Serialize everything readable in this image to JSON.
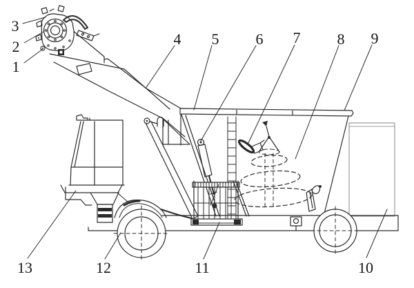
{
  "colors": {
    "background": "#ffffff",
    "line": "#2a2a2a",
    "light-line": "#9a9a9a",
    "label-text": "#141414"
  },
  "labels": [
    "1",
    "2",
    "3",
    "4",
    "5",
    "6",
    "7",
    "8",
    "9",
    "10",
    "11",
    "12",
    "13"
  ]
}
